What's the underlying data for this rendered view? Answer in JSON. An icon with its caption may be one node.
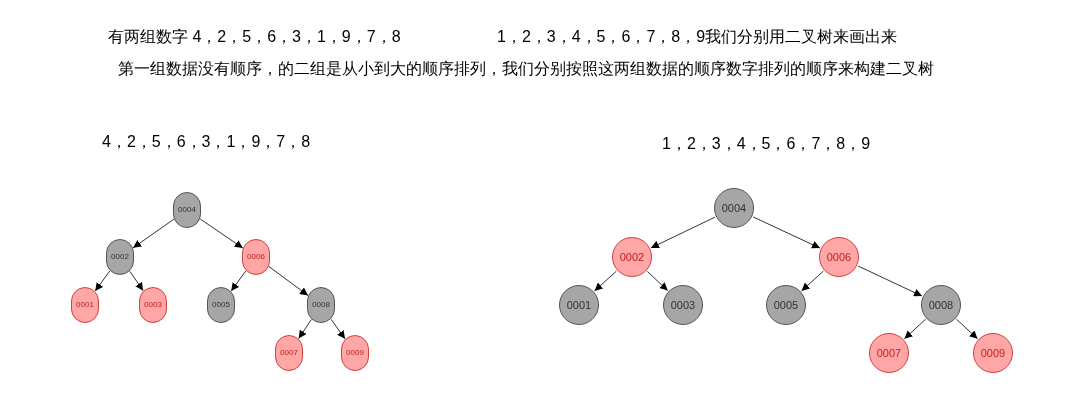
{
  "diagram": {
    "nodes": [
      {
        "text": [
          "0004"
        ]
      },
      {
        "text": [
          "0002"
        ]
      },
      {
        "text": [
          "0006"
        ]
      },
      {
        "text": [
          "0001"
        ]
      },
      {
        "text": [
          "0003"
        ]
      },
      {
        "text": [
          "0005"
        ]
      },
      {
        "text": [
          "0008"
        ]
      },
      {
        "text": [
          "0007"
        ]
      },
      {
        "text": [
          "0009"
        ]
      },
      {
        "text": [
          "0004"
        ]
      },
      {
        "text": [
          "0002"
        ]
      },
      {
        "text": [
          "0006"
        ]
      },
      {
        "text": [
          "0001"
        ]
      },
      {
        "text": [
          "0003"
        ]
      },
      {
        "text": [
          "0005"
        ]
      },
      {
        "text": [
          "0008"
        ]
      },
      {
        "text": [
          "0007"
        ]
      },
      {
        "text": [
          "0009"
        ]
      }
    ],
    "edges": [
      {
        "from": 0,
        "to": 1,
        "arrow": "to"
      },
      {
        "from": 0,
        "to": 2,
        "arrow": "to"
      },
      {
        "from": 1,
        "to": 3,
        "arrow": "to"
      },
      {
        "from": 1,
        "to": 4,
        "arrow": "to"
      },
      {
        "from": 2,
        "to": 5,
        "arrow": "to"
      },
      {
        "from": 2,
        "to": 6,
        "arrow": "to"
      },
      {
        "from": 6,
        "to": 7,
        "arrow": "to"
      },
      {
        "from": 6,
        "to": 8,
        "arrow": "to"
      },
      {
        "from": 9,
        "to": 10,
        "arrow": "to"
      },
      {
        "from": 9,
        "to": 11,
        "arrow": "to"
      },
      {
        "from": 10,
        "to": 12,
        "arrow": "to"
      },
      {
        "from": 10,
        "to": 13,
        "arrow": "to"
      },
      {
        "from": 11,
        "to": 14,
        "arrow": "to"
      },
      {
        "from": 11,
        "to": 15,
        "arrow": "to"
      },
      {
        "from": 15,
        "to": 16,
        "arrow": "to"
      },
      {
        "from": 15,
        "to": 17,
        "arrow": "to"
      }
    ],
    "labels": [
      "有两组数字 4，2，5，6，3，1，9，7，8",
      "1，2，3，4，5，6，7，8，9我们分别用二叉树来画出来",
      "第一组数据没有顺序，的二组是从小到大的顺序排列，我们分别按照这两组数据的顺序数字排列的顺序来构建二叉树",
      "4，2，5，6，3，1，9，7，8",
      "1，2，3，4，5，6，7，8，9"
    ]
  }
}
